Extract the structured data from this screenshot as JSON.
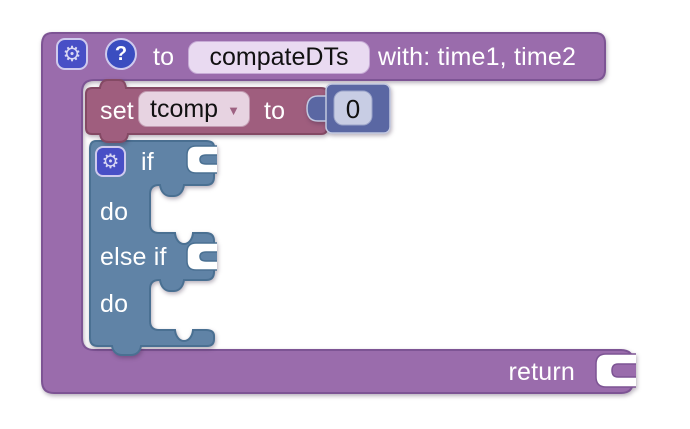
{
  "colors": {
    "workspace_bg": "#ffffff",
    "procedure_purple": "#9a6cac",
    "procedure_purple_border": "#7d5494",
    "set_maroon": "#9f5e7e",
    "set_maroon_border": "#844964",
    "if_blue": "#6083a6",
    "if_blue_border": "#4a7092",
    "number_slate": "#5a67a3",
    "number_field_bg": "#c8cde4",
    "mutator_icon_bg": "#484fc6",
    "help_icon_bg": "#3a4dc0",
    "name_field_bg": "#e9daf1",
    "dropdown_field_bg": "#e7d3e1",
    "dropdown_arrow_color": "#9e6282"
  },
  "icons": {
    "gear": "⚙",
    "question_mark": "?",
    "dropdown_arrow": "▼"
  },
  "procedure_block": {
    "to_label": "to",
    "name": "compateDTs",
    "params_label": "with: time1, time2",
    "return_label": "return"
  },
  "set_block": {
    "set_label": "set",
    "variable": "tcomp",
    "to_label": "to",
    "value": "0"
  },
  "if_block": {
    "if_label": "if",
    "do_label_1": "do",
    "else_if_label": "else if",
    "do_label_2": "do"
  }
}
